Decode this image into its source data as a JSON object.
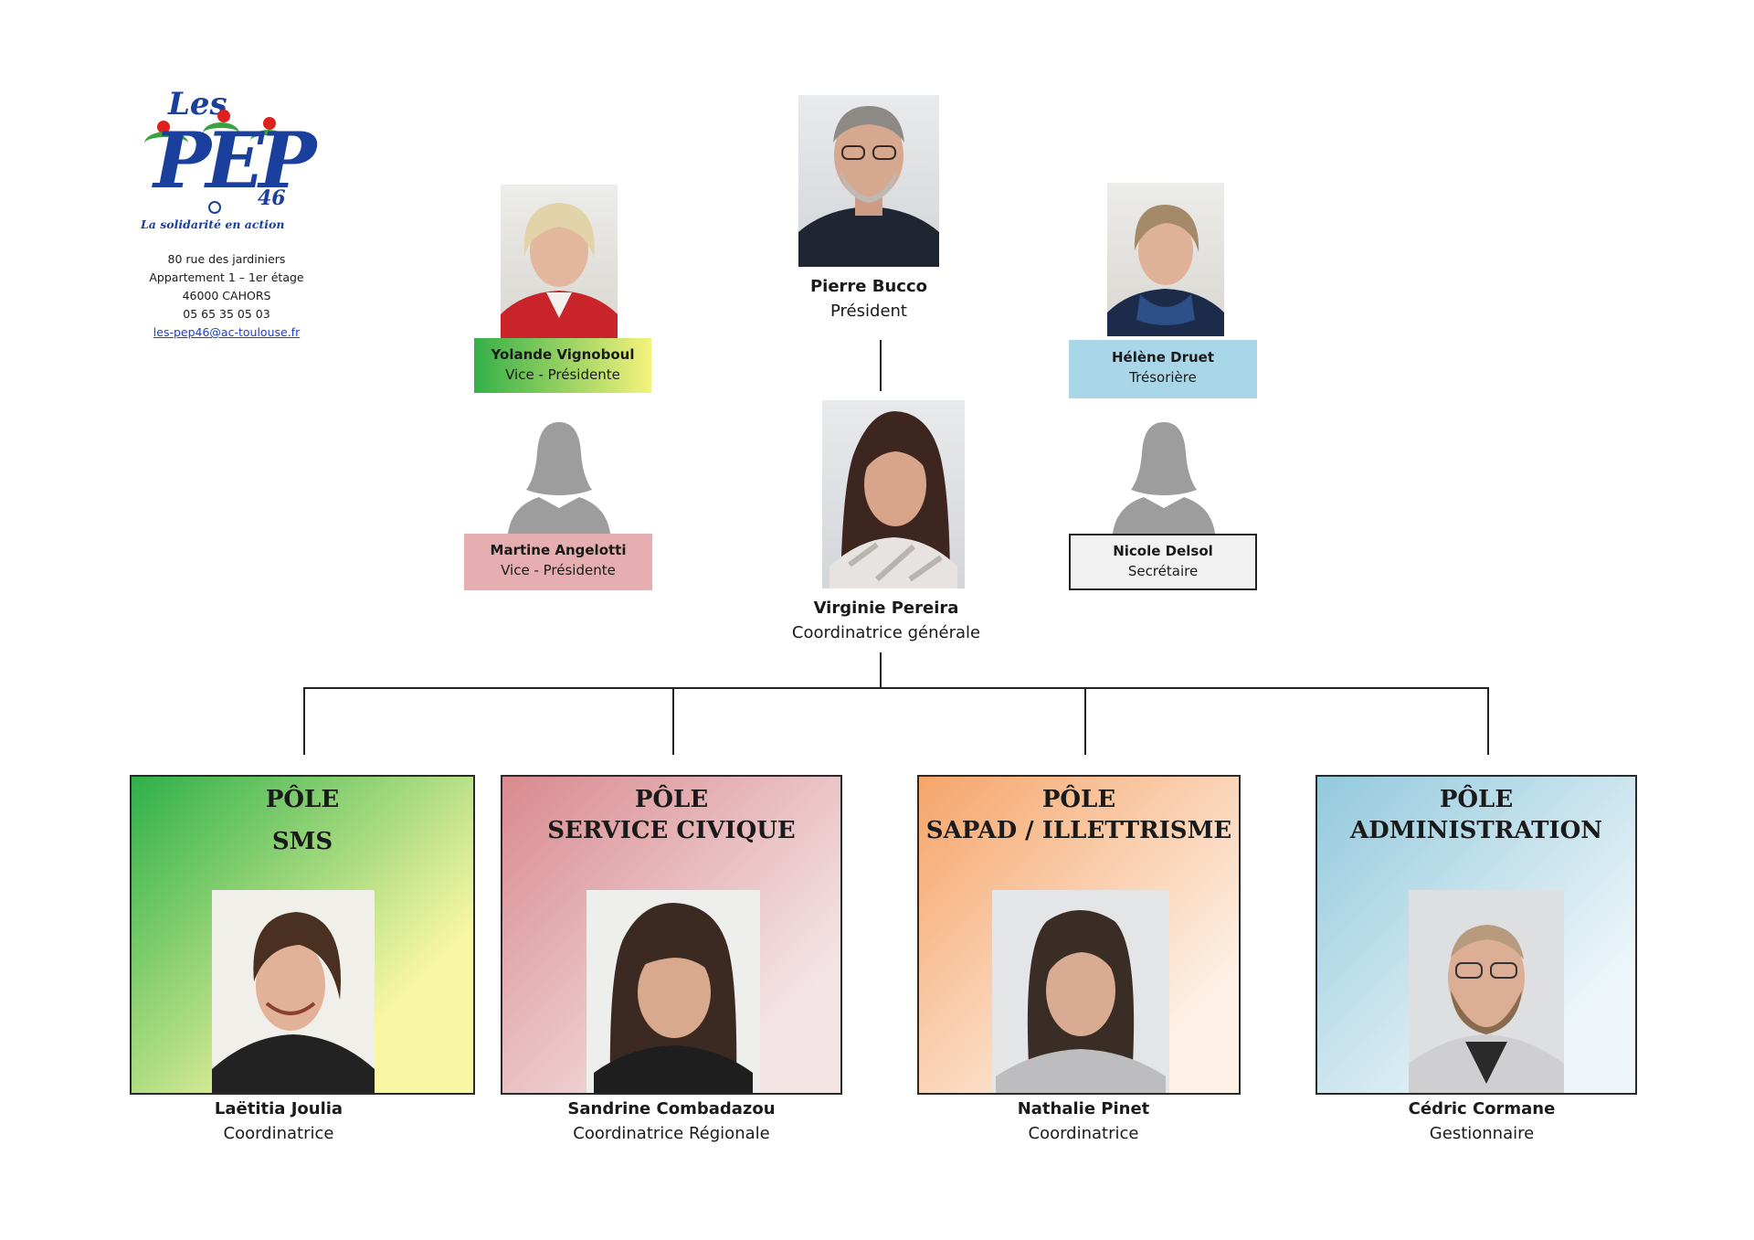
{
  "logo": {
    "les": "Les",
    "pep": "PEP",
    "number": "46",
    "tagline": "La solidarité en action"
  },
  "address": {
    "line1": "80 rue des jardiniers",
    "line2": "Appartement 1 – 1er étage",
    "line3": "46000 CAHORS",
    "phone": "05 65 35 05 03",
    "email": "les-pep46@ac-toulouse.fr"
  },
  "board": {
    "president": {
      "name": "Pierre Bucco",
      "role": "Président"
    },
    "vice1": {
      "name": "Yolande Vignoboul",
      "role": "Vice - Présidente"
    },
    "vice2": {
      "name": "Martine Angelotti",
      "role": "Vice - Présidente"
    },
    "treasurer": {
      "name": "Hélène Druet",
      "role": "Trésorière"
    },
    "secretary": {
      "name": "Nicole Delsol",
      "role": "Secrétaire"
    },
    "coordinator": {
      "name": "Virginie Pereira",
      "role": "Coordinatrice générale"
    }
  },
  "poles": [
    {
      "title_line1": "PÔLE",
      "title_line2": "SMS",
      "name": "Laëtitia Joulia",
      "role": "Coordinatrice"
    },
    {
      "title_line1": "PÔLE",
      "title_line2": "SERVICE CIVIQUE",
      "name": "Sandrine Combadazou",
      "role": "Coordinatrice Régionale"
    },
    {
      "title_line1": "PÔLE",
      "title_line2": "SAPAD / ILLETTRISME",
      "name": "Nathalie Pinet",
      "role": "Coordinatrice"
    },
    {
      "title_line1": "PÔLE",
      "title_line2": "ADMINISTRATION",
      "name": "Cédric Cormane",
      "role": "Gestionnaire"
    }
  ],
  "colors": {
    "logo_blue": "#1b3f9c",
    "logo_red": "#e0201c",
    "logo_green": "#3aa340",
    "sms_gradient": [
      "#2fb04a",
      "#f8f7a3"
    ],
    "civique_gradient": [
      "#d98a8e",
      "#f4e4e6"
    ],
    "sapad_gradient": [
      "#f6a56a",
      "#fdf0e4"
    ],
    "admin_gradient": [
      "#93c9dd",
      "#eef6fa"
    ],
    "vice1_gradient": [
      "#35b048",
      "#f5f27c"
    ],
    "vice2_fill": "#e6aeb0",
    "treasurer_fill": "#a9d7e8",
    "secretary_fill": "#f2f2f2"
  }
}
